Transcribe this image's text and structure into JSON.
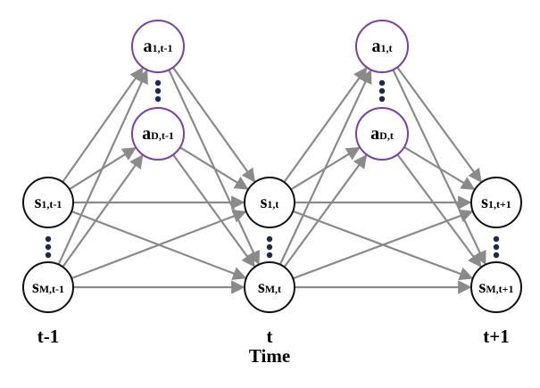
{
  "colors": {
    "edge": "#8a8a8a",
    "state_border": "#111111",
    "action_border": "#7b3fa8",
    "dots": "#1a2a55",
    "text": "#000000"
  },
  "nodes": {
    "s_1_tm1": {
      "main": "s",
      "sub": "1,t-1"
    },
    "s_M_tm1": {
      "main": "s",
      "sub": "M,t-1"
    },
    "a_1_tm1": {
      "main": "a",
      "sub": "1,t-1"
    },
    "a_D_tm1": {
      "main": "a",
      "sub": "D,t-1"
    },
    "s_1_t": {
      "main": "s",
      "sub": "1,t"
    },
    "s_M_t": {
      "main": "s",
      "sub": "M,t"
    },
    "a_1_t": {
      "main": "a",
      "sub": "1,t"
    },
    "a_D_t": {
      "main": "a",
      "sub": "D,t"
    },
    "s_1_tp1": {
      "main": "s",
      "sub": "1,t+1"
    },
    "s_M_tp1": {
      "main": "s",
      "sub": "M,t+1"
    }
  },
  "time_labels": {
    "tm1": "t-1",
    "t": "t",
    "tp1": "t+1",
    "axis": "Time"
  }
}
